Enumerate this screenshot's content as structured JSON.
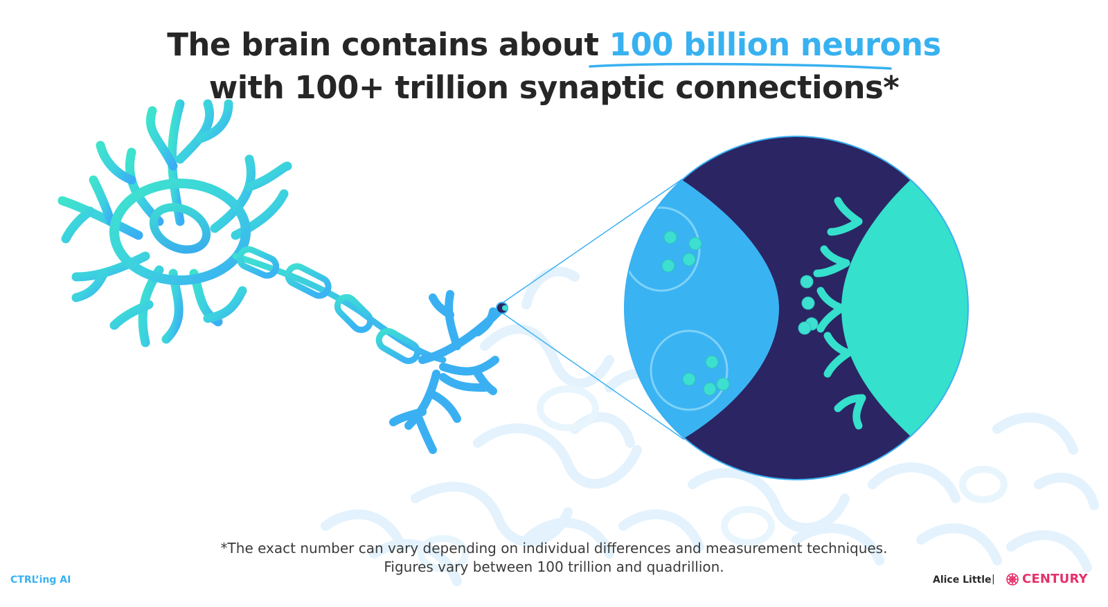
{
  "headline": {
    "line1_prefix": "The brain contains about ",
    "line1_highlight": "100 billion neurons",
    "line2": "with 100+ trillion synaptic connections*"
  },
  "footnote": {
    "line1": "*The exact number can vary depending on individual differences and measurement techniques.",
    "line2": "Figures vary between 100 trillion and quadrillion."
  },
  "footer": {
    "left_label": "CTRL’ing AI",
    "presenter": "Alice Little",
    "separator": "|",
    "brand": "CENTURY"
  },
  "colors": {
    "highlight": "#38b1f0",
    "neuron_teal": "#3ddfd0",
    "neuron_blue": "#3ab0f2",
    "synapse_dark": "#2b2563",
    "brand": "#e6306b"
  },
  "icons": [
    "neuron-illustration",
    "synapse-magnifier",
    "century-logo-icon"
  ]
}
